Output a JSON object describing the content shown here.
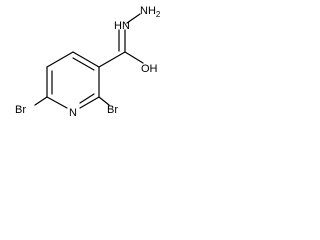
{
  "molecule": {
    "atoms": {
      "hydrazide_n_terminal": "NH",
      "hydrazide_n_terminal_subscript": "2",
      "hydrazide_n_inner": "HN",
      "carbonyl_oxygen": "OH",
      "ring_nitrogen": "N",
      "bromine_left": "Br",
      "bromine_right": "Br"
    }
  }
}
